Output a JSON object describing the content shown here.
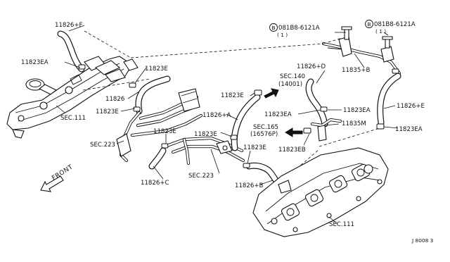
{
  "labels": {
    "l_11826F": "11826+F",
    "l_11823EA_1": "11823EA",
    "l_11823E_1": "11823E",
    "l_11826": "11826",
    "l_11823E_2": "11823E",
    "l_SEC111_1": "SEC.111",
    "l_SEC223_1": "SEC.223",
    "l_11823E_3": "11823E",
    "l_11826C": "11826+C",
    "l_11826A": "11826+A",
    "l_11823E_4": "11823E",
    "l_SEC223_2": "SEC.223",
    "l_11823E_5": "11823E",
    "l_11826B": "11826+B",
    "l_11823E_6": "11823E",
    "l_SEC140": "SEC.140",
    "l_14001": "(14001)",
    "l_11826D": "11826+D",
    "l_11823EA_2": "11823EA",
    "l_SEC165": "SEC.165",
    "l_16576P": "(16576P)",
    "l_11823EB": "11823EB",
    "l_11823EA_3": "11823EA",
    "l_11835M": "11835M",
    "l_bolt1": "081B8-6121A",
    "l_bolt1_qty": "( 1 )",
    "l_bolt2": "081B8-6121A",
    "l_bolt2_qty": "( 1 )",
    "l_11835B": "11835+B",
    "l_11826E": "11826+E",
    "l_11823EA_4": "11823EA",
    "l_SEC111_2": "SEC.111",
    "l_front": "FRONT",
    "l_diagram_code": "J 8008 3",
    "b_mark": "B"
  }
}
